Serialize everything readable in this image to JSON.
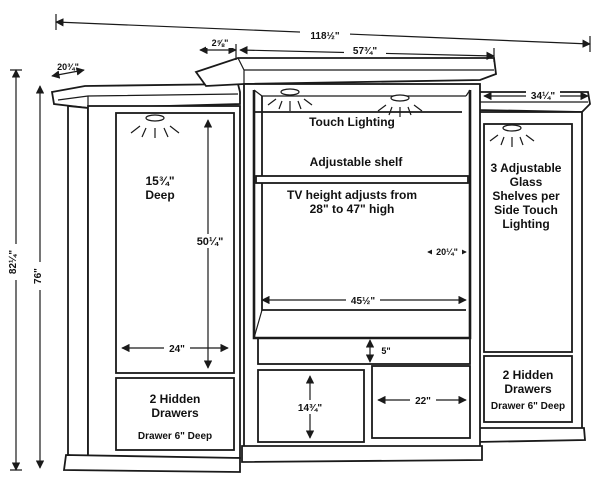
{
  "dimensions": {
    "overall_width": "118½\"",
    "cornice_overhang": "2⅝\"",
    "center_width": "57¾\"",
    "side_depth": "20¾\"",
    "right_side_width": "34¼\"",
    "total_height": "82¼\"",
    "side_height": "76\"",
    "left_depth": "15¾\"",
    "left_depth_label": "Deep",
    "left_cabinet_height": "50¼\"",
    "left_cabinet_width": "24\"",
    "tv_depth": "20¼\"",
    "tv_width": "45½\"",
    "drawer_height": "5\"",
    "door_height": "14¾\"",
    "door_width": "22\""
  },
  "labels": {
    "touch_lighting": "Touch Lighting",
    "adjustable_shelf": "Adjustable shelf",
    "tv_height_1": "TV height adjusts from",
    "tv_height_2": "28\" to 47\" high",
    "right_shelves_1": "3 Adjustable",
    "right_shelves_2": "Glass",
    "right_shelves_3": "Shelves per",
    "right_shelves_4": "Side Touch",
    "right_shelves_5": "Lighting",
    "left_drawers_1": "2 Hidden",
    "left_drawers_2": "Drawers",
    "left_drawer_depth": "Drawer 6\" Deep",
    "right_drawers_1": "2 Hidden",
    "right_drawers_2": "Drawers",
    "right_drawer_depth": "Drawer 6\" Deep"
  },
  "colors": {
    "line": "#1a1a1a",
    "background": "#ffffff"
  }
}
